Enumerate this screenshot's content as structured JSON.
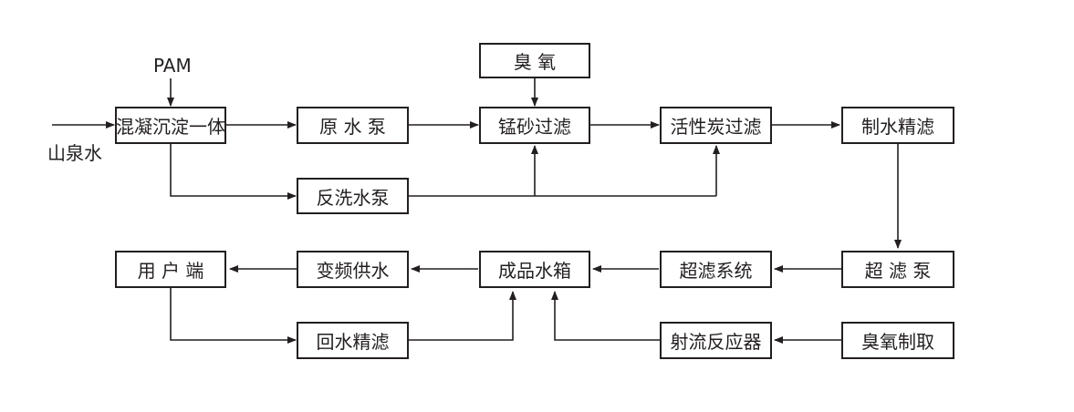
{
  "nodes": {
    "integrated_settling": "混凝沉淀一体",
    "raw_water_pump": "原 水 泵",
    "manganese_sand_filter": "锰砂过滤",
    "activated_carbon_filter": "活性炭过滤",
    "water_polishing": "制水精滤",
    "ozone_top": "臭 氧",
    "backwash_pump": "反洗水泵",
    "uf_pump": "超 滤 泵",
    "uf_system": "超滤系统",
    "product_tank": "成品水箱",
    "vfd_supply": "变频供水",
    "user_end": "用 户 端",
    "return_filter": "回水精滤",
    "reactor": "射流反应器",
    "ozone_generation": "臭氧制取"
  },
  "labels": {
    "pam": "PAM",
    "spring_water": "山泉水"
  },
  "colors": {
    "line": "#231f20",
    "box_border": "#231f20",
    "background": "#ffffff"
  }
}
